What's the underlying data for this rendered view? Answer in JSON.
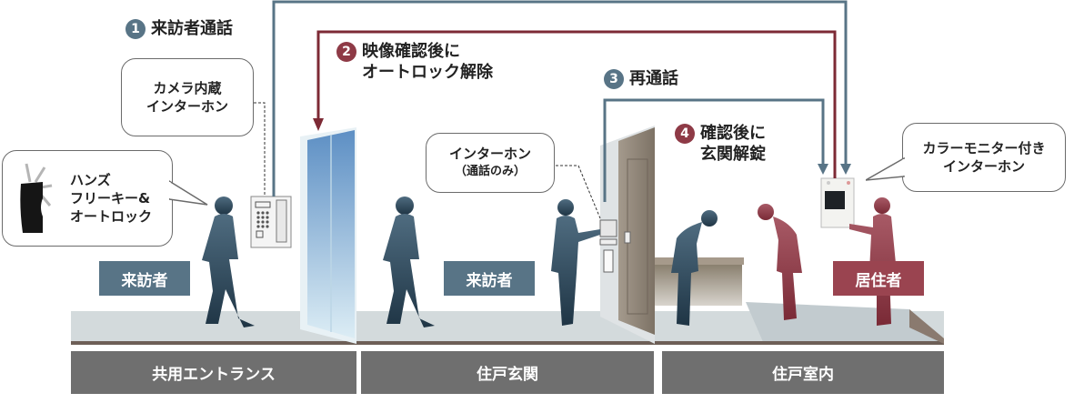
{
  "steps": [
    {
      "number": "1",
      "label": "来訪者通話",
      "color": "#587486"
    },
    {
      "number": "2",
      "label_line1": "映像確認後に",
      "label_line2": "オートロック解除",
      "color": "#8e3a46"
    },
    {
      "number": "3",
      "label": "再通話",
      "color": "#587486"
    },
    {
      "number": "4",
      "label_line1": "確認後に",
      "label_line2": "玄関解錠",
      "color": "#8e3a46"
    }
  ],
  "callouts": {
    "camera_intercom": {
      "line1": "カメラ内蔵",
      "line2": "インターホン"
    },
    "handsfree_key": {
      "line1": "ハンズ",
      "line2": "フリーキー&",
      "line3": "オートロック"
    },
    "door_intercom": {
      "line1": "インターホン",
      "line2": "（通話のみ）"
    },
    "color_monitor": {
      "line1": "カラーモニター付き",
      "line2": "インターホン"
    }
  },
  "roles": {
    "visitor_entrance": "来訪者",
    "visitor_door": "来訪者",
    "resident": "居住者"
  },
  "zones": [
    {
      "label": "共用エントランス"
    },
    {
      "label": "住戸玄関"
    },
    {
      "label": "住戸室内"
    }
  ],
  "colors": {
    "blue_line": "#587486",
    "red_line": "#7d2a35",
    "zone_bar": "#6f6f6f",
    "visitor_tag": "#587486",
    "resident_tag": "#9a4450",
    "floor": "#d3dadc"
  }
}
